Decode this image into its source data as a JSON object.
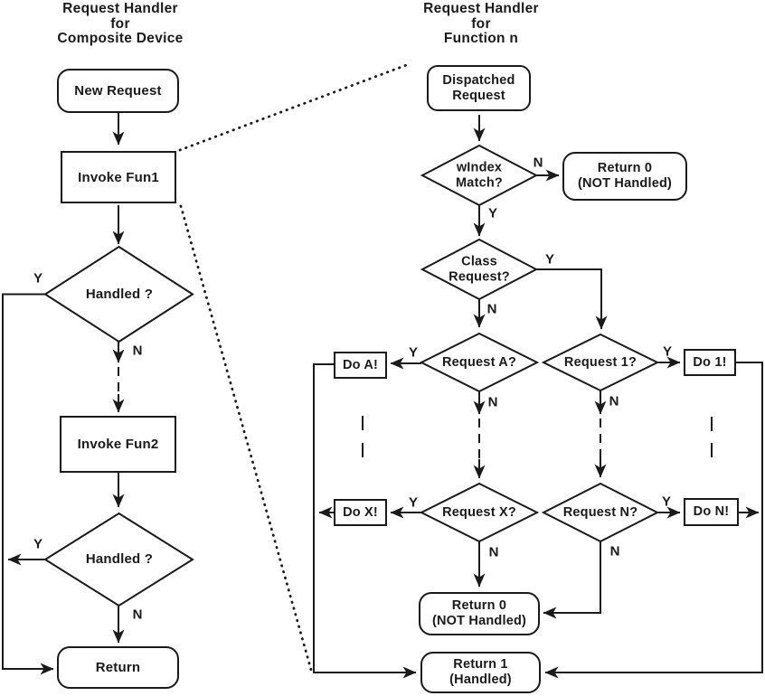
{
  "colors": {
    "ink": "#1a1a1a",
    "background": "#ffffff"
  },
  "left_chart": {
    "title": "Request Handler\nfor\nComposite Device",
    "nodes": {
      "new_request": "New Request",
      "invoke_fun1": "Invoke Fun1",
      "handled_1": "Handled ?",
      "invoke_fun2": "Invoke Fun2",
      "handled_2": "Handled ?",
      "return": "Return"
    },
    "edge_labels": {
      "y1": "Y",
      "n1": "N",
      "y2": "Y",
      "n2": "N"
    }
  },
  "right_chart": {
    "title": "Request Handler\nfor\nFunction n",
    "nodes": {
      "dispatched_request": "Dispatched\nRequest",
      "windex_match": "wIndex\nMatch?",
      "return0_top": "Return 0\n(NOT Handled)",
      "class_request": "Class\nRequest?",
      "request_a": "Request A?",
      "request_1": "Request 1?",
      "do_a": "Do A!",
      "do_1": "Do 1!",
      "request_x": "Request X?",
      "request_n": "Request N?",
      "do_x": "Do X!",
      "do_n": "Do N!",
      "return0_bottom": "Return 0\n(NOT Handled)",
      "return1": "Return 1\n(Handled)"
    },
    "edge_labels": {
      "windex_n": "N",
      "windex_y": "Y",
      "class_y": "Y",
      "class_n": "N",
      "request_a_y": "Y",
      "request_a_n": "N",
      "request_1_y": "Y",
      "request_1_n": "N",
      "request_x_y": "Y",
      "request_x_n": "N",
      "request_n_y": "Y",
      "request_n_n": "N"
    }
  }
}
